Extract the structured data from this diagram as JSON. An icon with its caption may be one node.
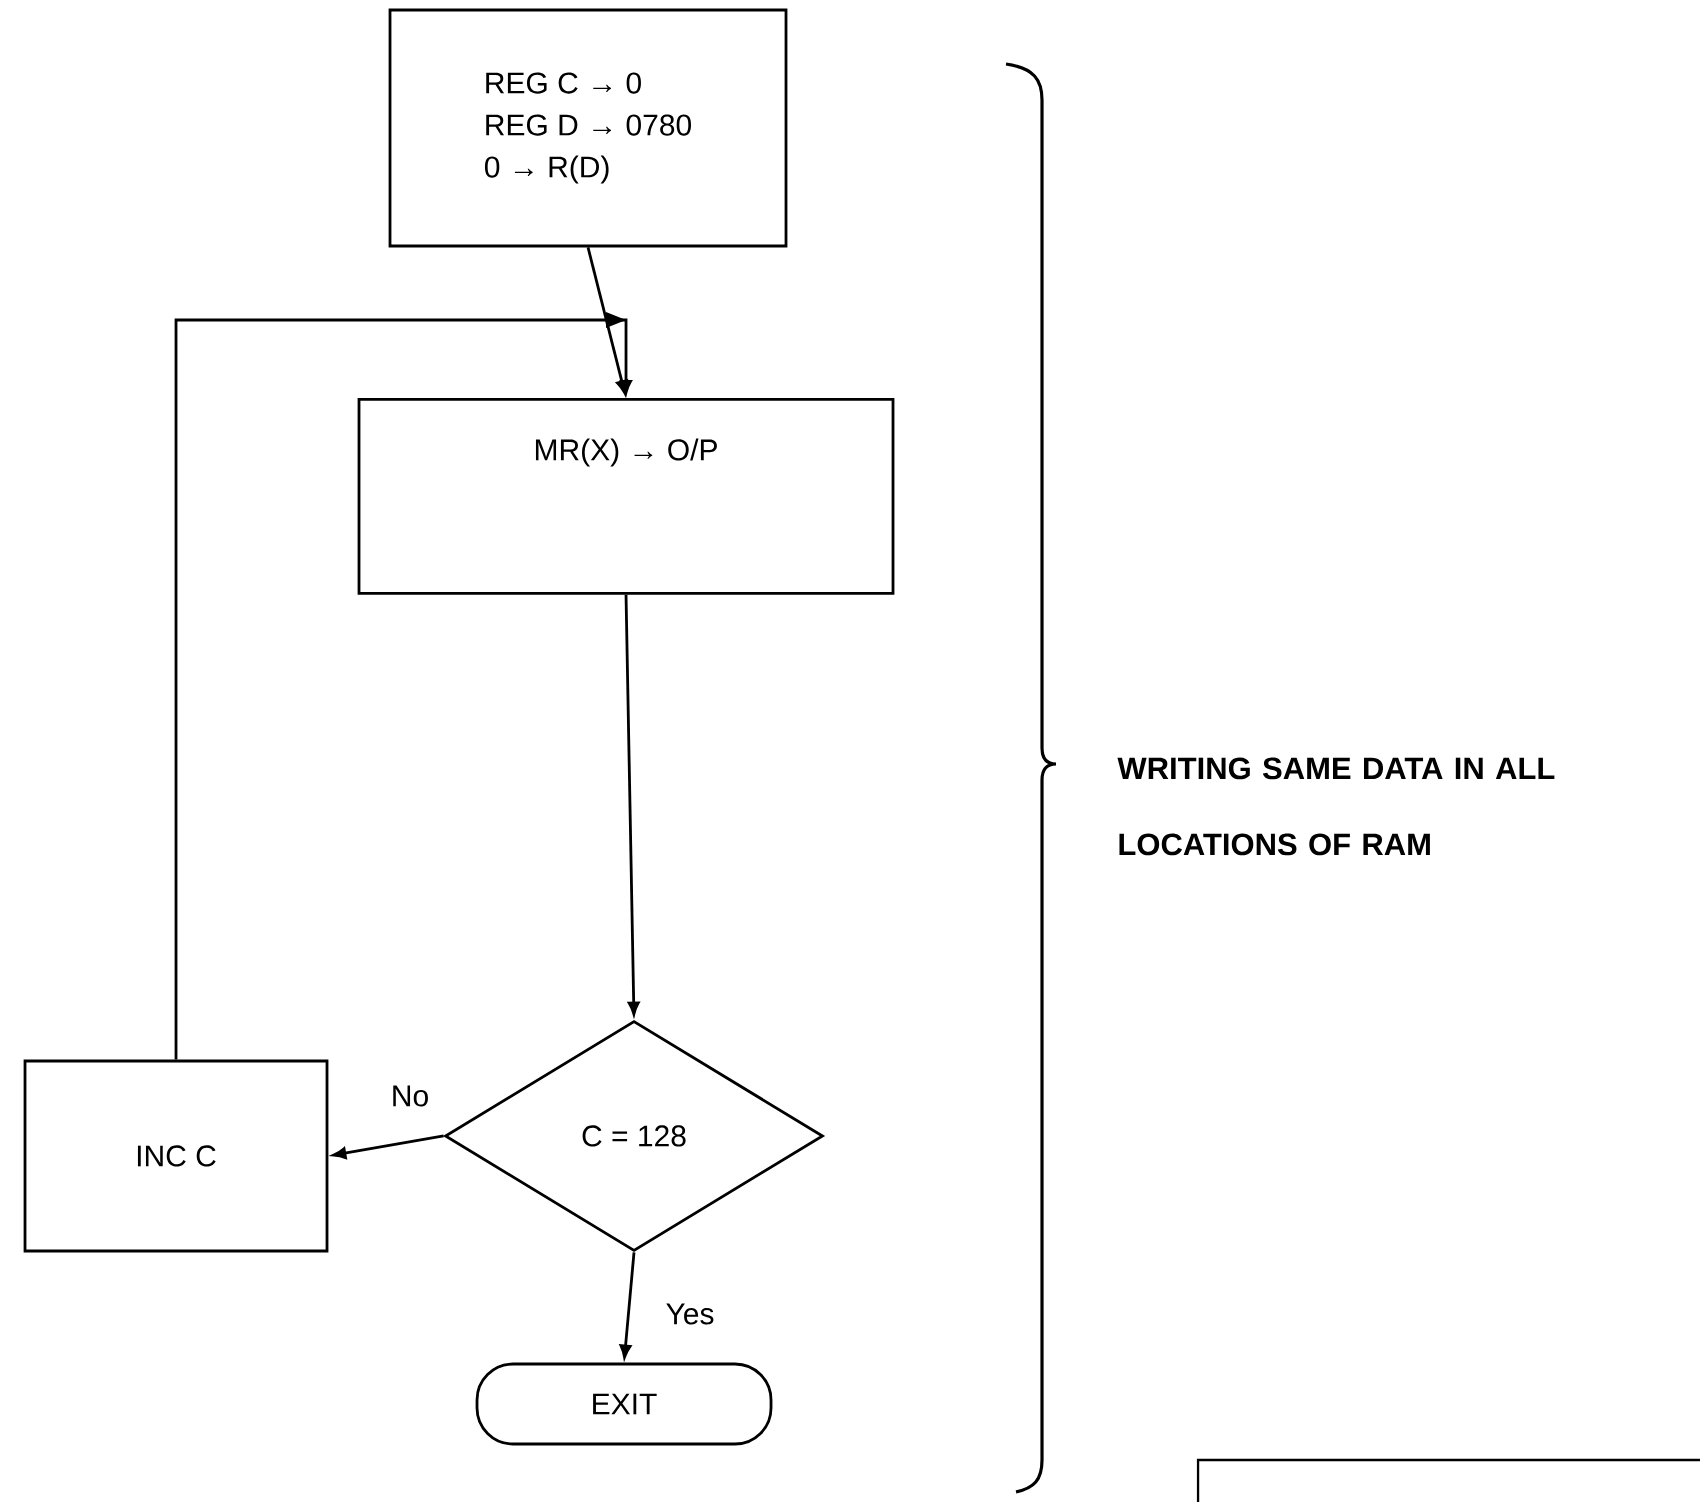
{
  "diagram": {
    "nodes": [
      {
        "text": [
          "REG C → 0",
          "REG D → 0780",
          "0 → R(D)"
        ]
      },
      {
        "text": [
          "MR(X) → O/P"
        ]
      },
      {
        "text": [
          "C = 128"
        ]
      },
      {
        "text": [
          "INC C"
        ]
      },
      {
        "text": [
          "EXIT"
        ]
      }
    ],
    "edges": [
      {
        "from": 0,
        "to": 1,
        "arrow": "to"
      },
      {
        "from": 1,
        "to": 2,
        "arrow": "to"
      },
      {
        "from": 2,
        "to": 3,
        "arrow": "to",
        "label": "No"
      },
      {
        "from": 2,
        "to": 4,
        "arrow": "to",
        "label": "Yes"
      },
      {
        "from": 3,
        "to": 1,
        "arrow": "to"
      }
    ],
    "labels": [
      "WRITING SAME DATA IN ALL LOCATIONS OF RAM"
    ]
  }
}
